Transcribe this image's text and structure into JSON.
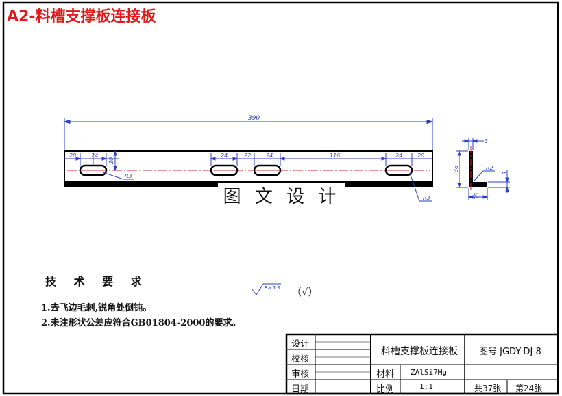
{
  "title": "A2-料槽支撑板连接板",
  "watermark": "图 文 设 计",
  "dimensions": {
    "overall": "390",
    "d20_left": "20",
    "d24_a": "24",
    "d20_vertical": "20",
    "d24_b": "24",
    "d22": "22",
    "d24_c": "24",
    "d116": "116",
    "d24_d": "24",
    "d20_right": "20",
    "r3_left": "R3",
    "r3_right": "R3",
    "side_t3": "3",
    "side_h38": "38",
    "side_r2": "R2",
    "side_3": "3",
    "side_w35": "35"
  },
  "tech_requirements": {
    "heading": "技 术 要 求",
    "items": [
      "1.去飞边毛刺,锐角处倒钝。",
      "2.未注形状公差应符合GB01804-2000的要求。"
    ]
  },
  "roughness": {
    "value": "Ra 6.3",
    "note": "（√）"
  },
  "title_block": {
    "design": "设计",
    "check": "校核",
    "review": "审核",
    "date": "日期",
    "part_name": "料槽支撑板连接板",
    "drawing_no": "图号 JGDY-DJ-8",
    "material_label": "材料",
    "material": "ZAlSi7Mg",
    "scale_label": "比例",
    "scale": "1:1",
    "sheets": "共37张",
    "sheet_no": "第24张"
  }
}
